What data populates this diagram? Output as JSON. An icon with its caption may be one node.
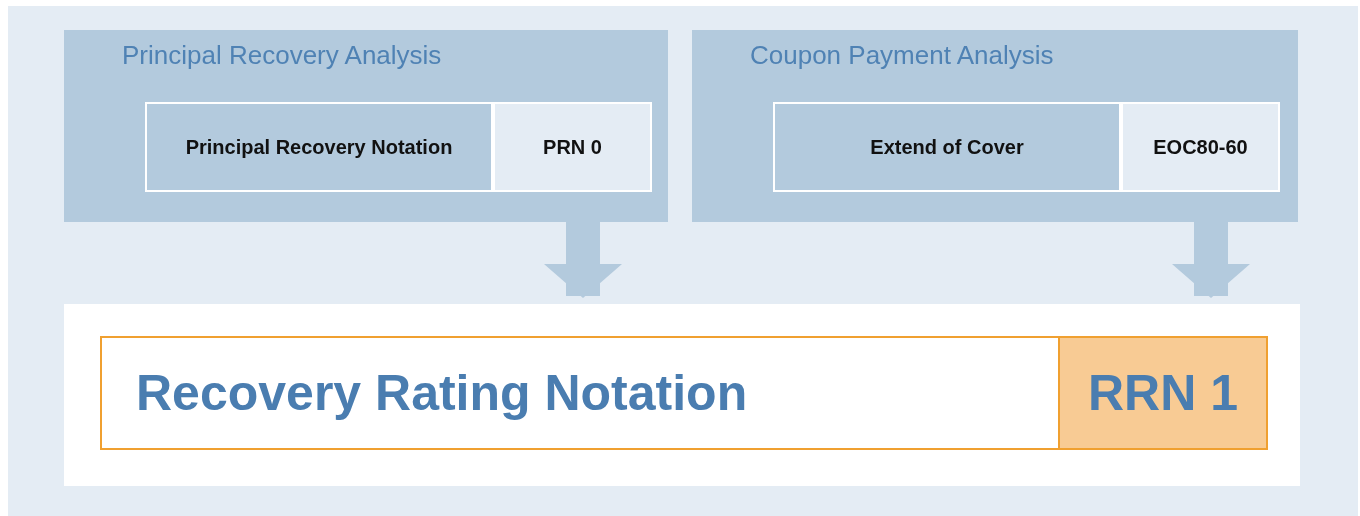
{
  "diagram": {
    "nodes": [
      {
        "text": [
          "Principal Recovery Analysis"
        ]
      },
      {
        "text": [
          "Principal Recovery Notation"
        ],
        "in": 0
      },
      {
        "text": [
          "PRN 0"
        ],
        "in": 0
      },
      {
        "text": [
          "Coupon Payment Analysis"
        ]
      },
      {
        "text": [
          "Extend of Cover"
        ],
        "in": 3
      },
      {
        "text": [
          "EOC80-60"
        ],
        "in": 3
      },
      {
        "text": [],
        "shape": "box"
      },
      {
        "text": [
          "Recovery Rating Notation"
        ],
        "in": 6
      },
      {
        "text": [
          "RRN 1"
        ],
        "in": 6
      }
    ],
    "edges": [
      {
        "from": 0,
        "to": 6,
        "arrow": "to"
      },
      {
        "from": 3,
        "to": 6,
        "arrow": "to"
      }
    ]
  }
}
